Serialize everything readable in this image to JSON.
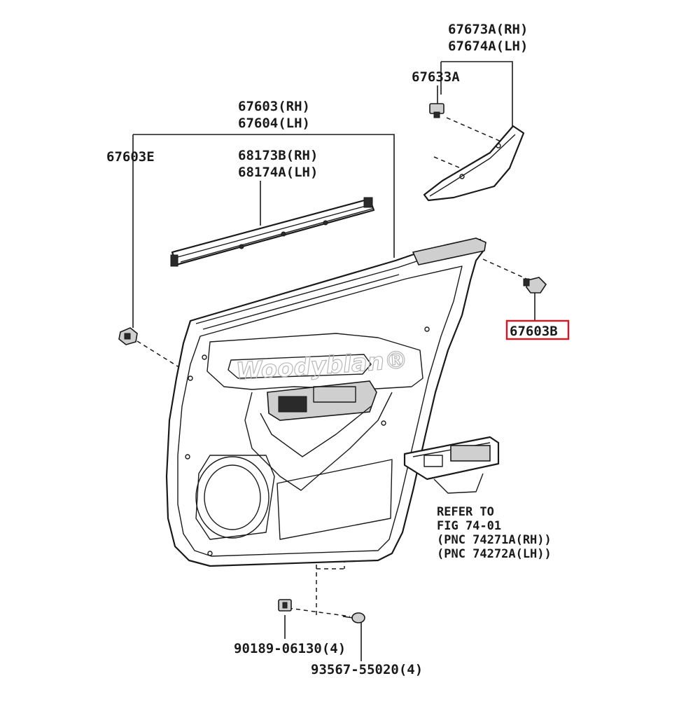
{
  "labels": {
    "trim_rh": "67673A(RH)",
    "trim_lh": "67674A(LH)",
    "clip_a": "67633A",
    "board_rh": "67603(RH)",
    "board_lh": "67604(LH)",
    "clip_e": "67603E",
    "weather_rh": "68173B(RH)",
    "weather_lh": "68174A(LH)",
    "clip_b": "67603B",
    "screw_1": "90189-06130(4)",
    "screw_2": "93567-55020(4)"
  },
  "refer": {
    "line1": "REFER TO",
    "line2": "FIG 74-01",
    "line3": "(PNC 74271A(RH))",
    "line4": "(PNC 74272A(LH))"
  },
  "highlight": {
    "target": "clip_b",
    "color": "#e0141e"
  },
  "watermark": "Woodyblan®"
}
